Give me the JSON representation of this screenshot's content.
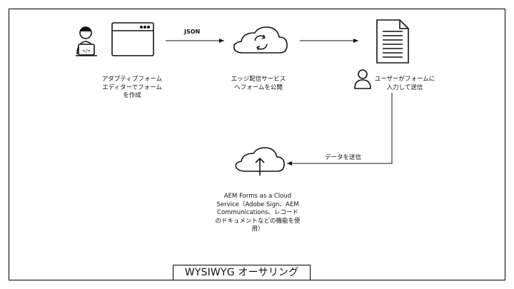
{
  "labels": {
    "json": "JSON",
    "author": "アダプティブフォームエディターでフォームを作成",
    "publish": "エッジ配信サービスへフォームを公開",
    "user": "ユーザーがフォームに入力して送信",
    "send_data": "データを送信",
    "aem": "AEM Forms as a Cloud Service（Adobe Sign、AEM Communications、レコードのドキュメントなどの機能を使用）"
  },
  "caption": "WYSIWYG オーサリング",
  "icons": [
    "developer-laptop-icon",
    "browser-window-icon",
    "cloud-sync-icon",
    "document-icon",
    "user-icon",
    "cloud-upload-icon"
  ]
}
